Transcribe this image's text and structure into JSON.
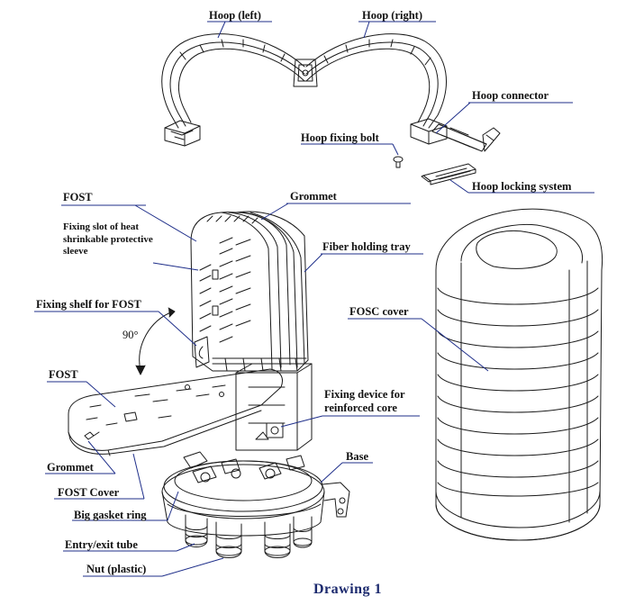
{
  "labels": {
    "hoop_left": "Hoop (left)",
    "hoop_right": "Hoop (right)",
    "hoop_connector": "Hoop connector",
    "hoop_fixing_bolt": "Hoop fixing bolt",
    "hoop_locking_system": "Hoop locking system",
    "fost_top": "FOST",
    "grommet_top": "Grommet",
    "fixing_slot": "Fixing slot of heat shrinkable protective sleeve",
    "fiber_holding_tray": "Fiber holding tray",
    "fixing_shelf": "Fixing shelf for FOST",
    "fosc_cover": "FOSC cover",
    "angle": "90°",
    "fost_bottom": "FOST",
    "fixing_device": "Fixing device for reinforced core",
    "base": "Base",
    "grommet_bottom": "Grommet",
    "fost_cover": "FOST Cover",
    "big_gasket_ring": "Big gasket ring",
    "entry_exit_tube": "Entry/exit tube",
    "nut_plastic": "Nut (plastic)"
  },
  "caption": "Drawing 1",
  "colors": {
    "line": "#1a1a1a",
    "leader": "#1f2f8a",
    "caption": "#1c2a6e"
  }
}
